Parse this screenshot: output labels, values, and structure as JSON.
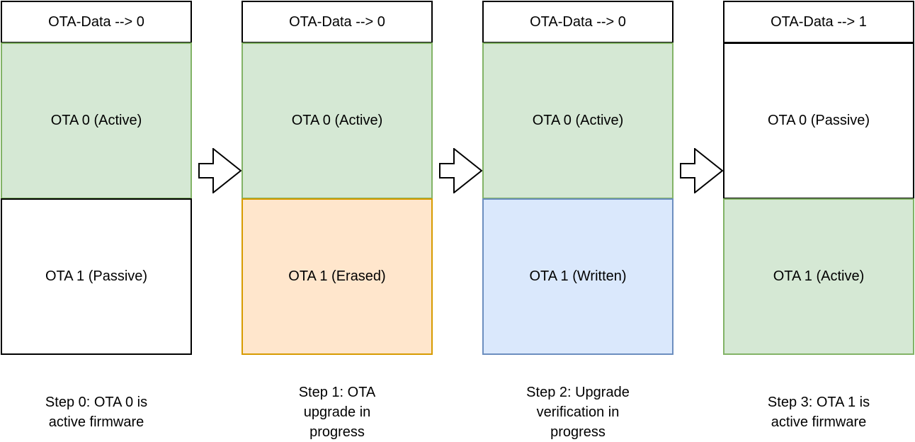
{
  "steps": [
    {
      "header": "OTA-Data --> 0",
      "top": {
        "label": "OTA 0 (Active)",
        "color": "#d5e8d4"
      },
      "bottom": {
        "label": "OTA 1 (Passive)",
        "color": "#ffffff"
      },
      "caption": [
        "Step 0: OTA 0 is",
        "active firmware"
      ]
    },
    {
      "header": "OTA-Data --> 0",
      "top": {
        "label": "OTA 0 (Active)",
        "color": "#d5e8d4"
      },
      "bottom": {
        "label": "OTA 1 (Erased)",
        "color": "#ffe6cc"
      },
      "caption": [
        "Step 1: OTA",
        "upgrade in",
        "progress"
      ]
    },
    {
      "header": "OTA-Data --> 0",
      "top": {
        "label": "OTA 0 (Active)",
        "color": "#d5e8d4"
      },
      "bottom": {
        "label": "OTA 1 (Written)",
        "color": "#dae8fc"
      },
      "caption": [
        "Step 2: Upgrade",
        "verification in",
        "progress"
      ]
    },
    {
      "header": "OTA-Data --> 1",
      "top": {
        "label": "OTA 0 (Passive)",
        "color": "#ffffff"
      },
      "bottom": {
        "label": "OTA 1 (Active)",
        "color": "#d5e8d4"
      },
      "caption": [
        "Step 3: OTA 1 is",
        "active firmware"
      ]
    }
  ],
  "arrow_icon": "right-arrow-icon"
}
